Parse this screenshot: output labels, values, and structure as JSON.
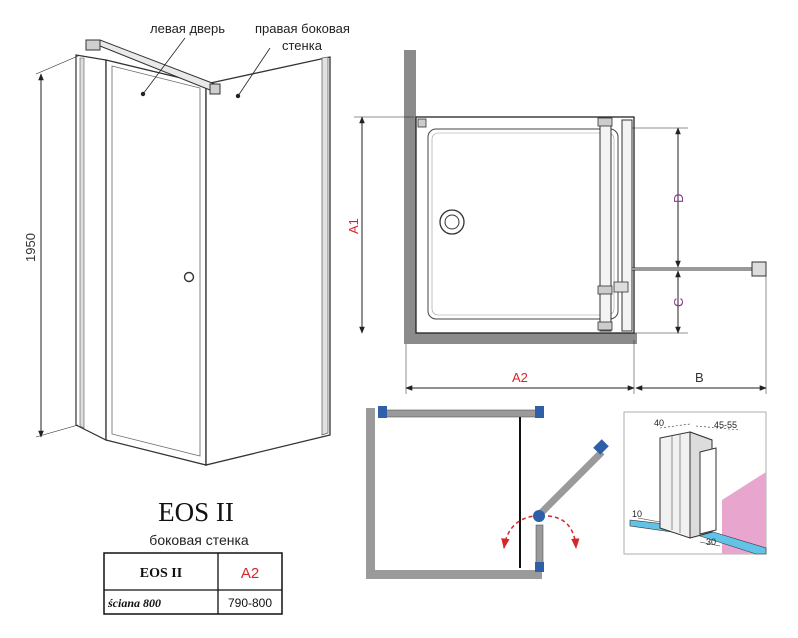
{
  "labels": {
    "left_door": "левая дверь",
    "right_side_panel_line1": "правая боковая",
    "right_side_panel_line2": "стенка",
    "height": "1950"
  },
  "plan_dims": {
    "a1": "A1",
    "a2": "A2",
    "b": "B",
    "c": "C",
    "d": "D"
  },
  "detail_dims": {
    "d40": "40",
    "d4555": "45-55",
    "d10": "10",
    "d30": "30"
  },
  "product": {
    "title": "EOS II",
    "subtitle": "боковая стенка"
  },
  "table": {
    "head_model": "EOS II",
    "head_dim": "A2",
    "row_name": "ściana 800",
    "row_value": "790-800"
  },
  "colors": {
    "red": "#d4262d",
    "purple": "#8a3a8a",
    "pink": "#e8a6cf",
    "glass_blue": "#62c3e6",
    "fitting_blue": "#2f5fa8",
    "wall_gray": "#8b8b8b",
    "profile_gray": "#9a9a9a"
  }
}
